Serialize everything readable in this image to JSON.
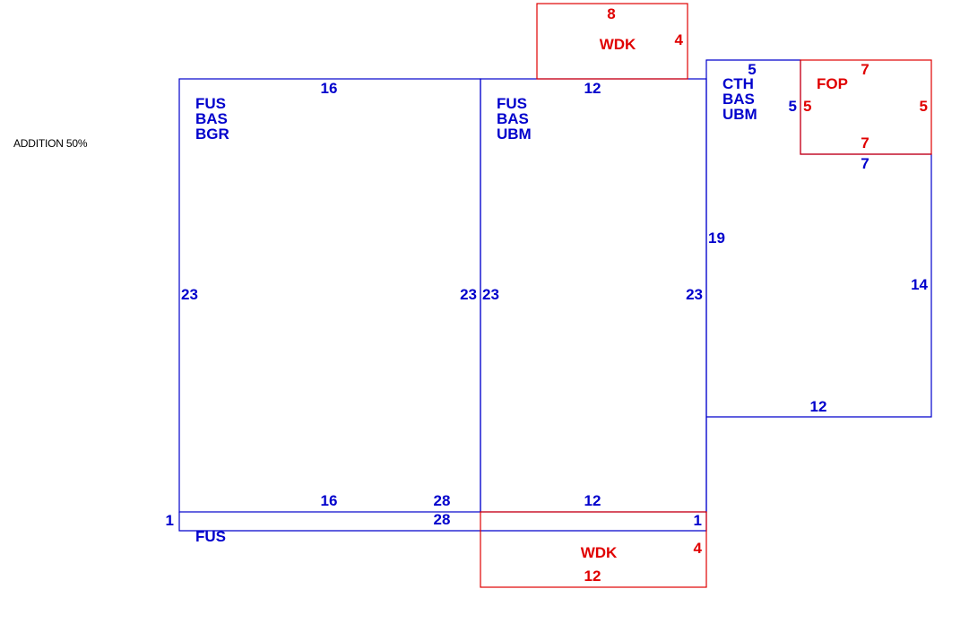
{
  "caption": "ADDITION 50%",
  "colors": {
    "main": "#0000CC",
    "secondary": "#E00000"
  },
  "areas": {
    "left_main": {
      "codes": [
        "FUS",
        "BAS",
        "BGR"
      ],
      "top": "16",
      "bottom": "16",
      "left_side": "23",
      "right_side": "23"
    },
    "center_main": {
      "codes": [
        "FUS",
        "BAS",
        "UBM"
      ],
      "top": "12",
      "bottom": "12",
      "left_side": "23",
      "right_side": "23"
    },
    "right_main": {
      "codes": [
        "CTH",
        "BAS",
        "UBM"
      ],
      "top": "5",
      "notch_side": "5",
      "inner_top": "7",
      "left_side": "19",
      "right_side": "14",
      "bottom": "12"
    },
    "bottom_strip": {
      "code": "FUS",
      "left_side": "1",
      "top": "28",
      "bottom": "28"
    },
    "wdk_top": {
      "code": "WDK",
      "top": "8",
      "side": "4"
    },
    "fop": {
      "code": "FOP",
      "top": "7",
      "bottom": "7",
      "left_side": "5",
      "right_side": "5"
    },
    "wdk_bottom": {
      "code": "WDK",
      "side_top": "1",
      "side": "4",
      "bottom": "12"
    }
  }
}
